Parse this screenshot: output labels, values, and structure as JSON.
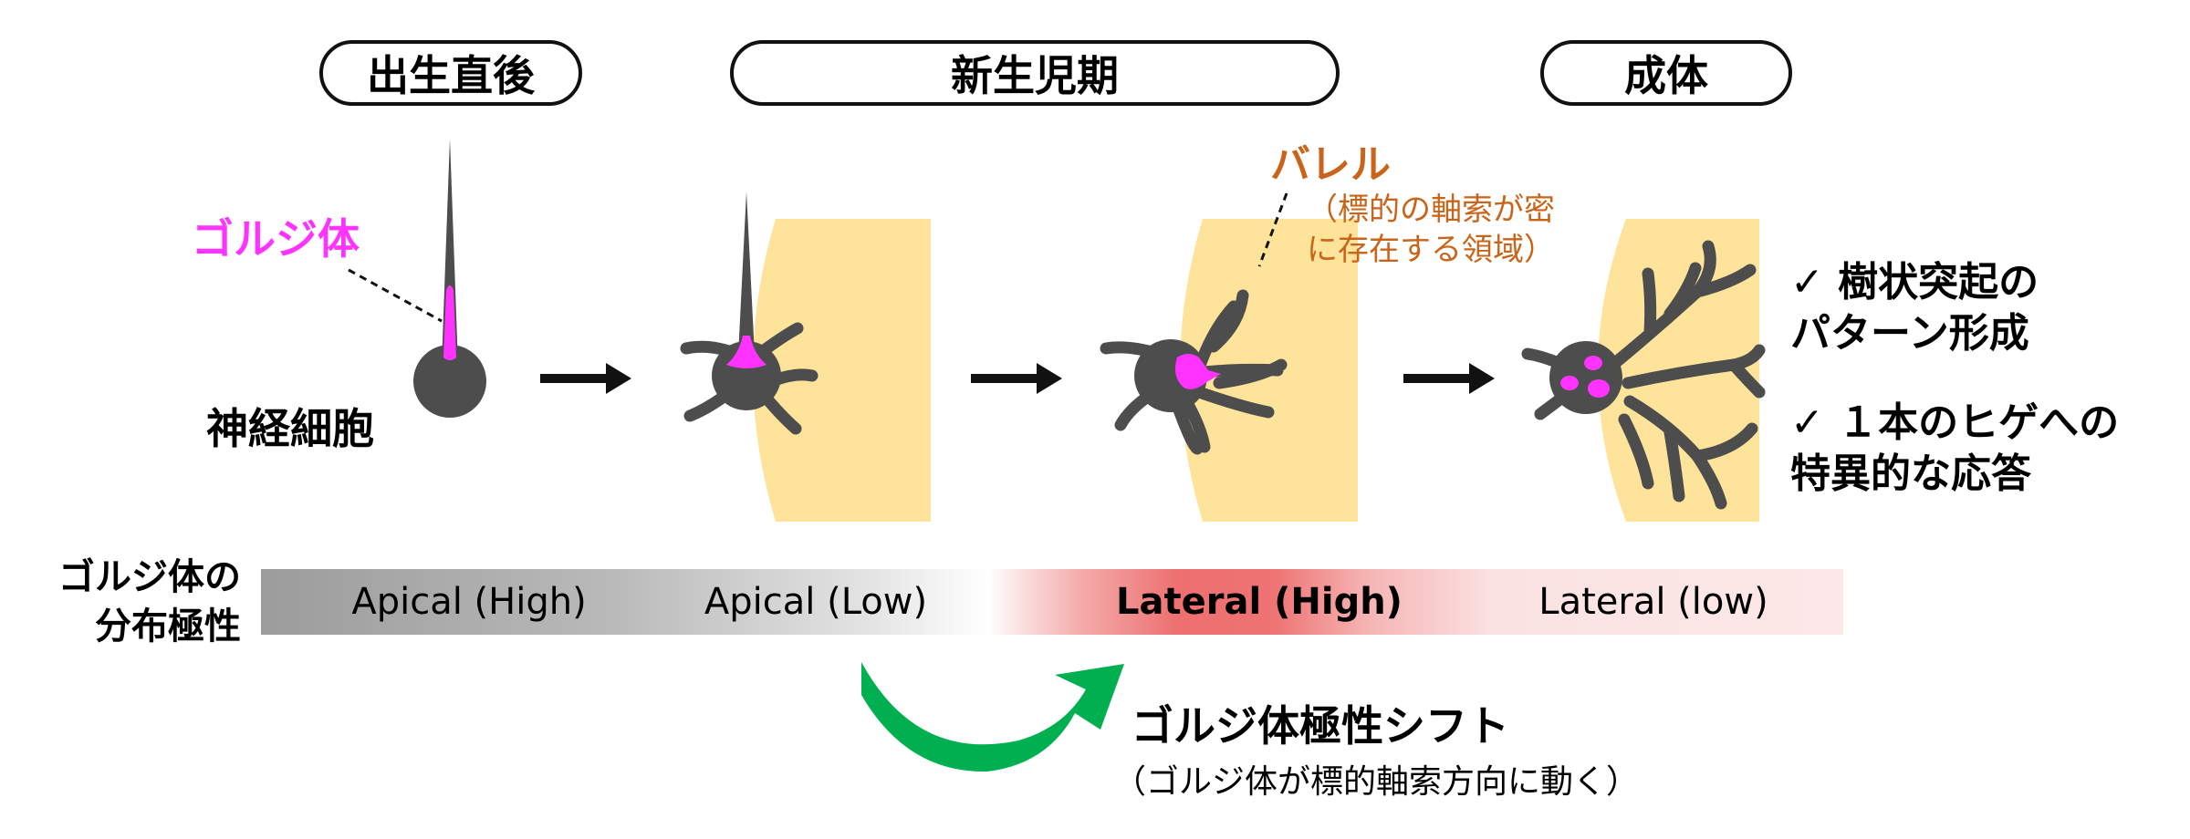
{
  "stages": {
    "stage1": "出生直後",
    "stage2": "新生児期",
    "stage3": "成体"
  },
  "labels": {
    "golgi": "ゴルジ体",
    "neuron": "神経細胞",
    "barrel": "バレル",
    "barrel_note": "（標的の軸索が密に存在する領域）"
  },
  "features": [
    "✓ 樹状突起の\nパターン形成",
    "✓ １本のヒゲへの\n特異的な応答"
  ],
  "polarity_bar": {
    "title": "ゴルジ体の\n分布極性",
    "segments": [
      "Apical (High)",
      "Apical (Low)",
      "Lateral (High)",
      "Lateral (low)"
    ]
  },
  "shift": {
    "title": "ゴルジ体極性シフト",
    "subtitle": "（ゴルジ体が標的軸索方向に動く）"
  },
  "colors": {
    "neuron": "#4d4d4d",
    "golgi": "#ff33ff",
    "barrel": "#fde49a",
    "shift_arrow": "#00b050",
    "barrel_text": "#c8651b"
  }
}
